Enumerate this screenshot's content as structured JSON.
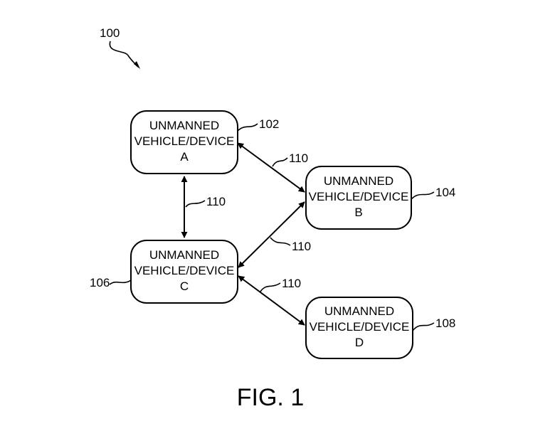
{
  "figure": {
    "system_ref": "100",
    "caption": "FIG. 1"
  },
  "nodes": [
    {
      "id": "A",
      "line1": "UNMANNED",
      "line2": "VEHICLE/DEVICE",
      "line3": "A",
      "ref": "102"
    },
    {
      "id": "B",
      "line1": "UNMANNED",
      "line2": "VEHICLE/DEVICE",
      "line3": "B",
      "ref": "104"
    },
    {
      "id": "C",
      "line1": "UNMANNED",
      "line2": "VEHICLE/DEVICE",
      "line3": "C",
      "ref": "106"
    },
    {
      "id": "D",
      "line1": "UNMANNED",
      "line2": "VEHICLE/DEVICE",
      "line3": "D",
      "ref": "108"
    }
  ],
  "links": [
    {
      "from": "A",
      "to": "C",
      "ref": "110"
    },
    {
      "from": "A",
      "to": "B",
      "ref": "110"
    },
    {
      "from": "B",
      "to": "C",
      "ref": "110"
    },
    {
      "from": "C",
      "to": "D",
      "ref": "110"
    }
  ],
  "colors": {
    "ink": "#000000",
    "background": "#ffffff"
  }
}
